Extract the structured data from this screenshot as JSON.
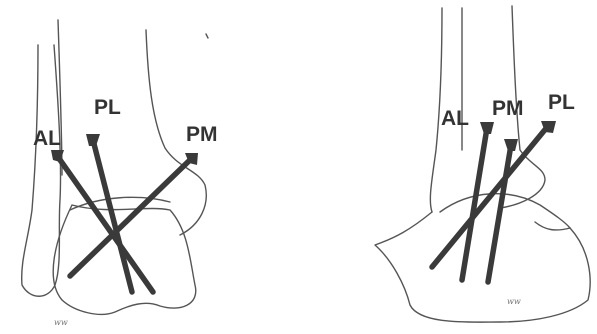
{
  "left_view": {
    "labels": {
      "al": "AL",
      "pl": "PL",
      "pm": "PM"
    },
    "signature": "ww"
  },
  "right_view": {
    "labels": {
      "al": "AL",
      "pm": "PM",
      "pl": "PL"
    },
    "signature": "ww"
  },
  "colors": {
    "screw": "#3a3a3a",
    "outline": "#555555",
    "label": "#333333"
  }
}
